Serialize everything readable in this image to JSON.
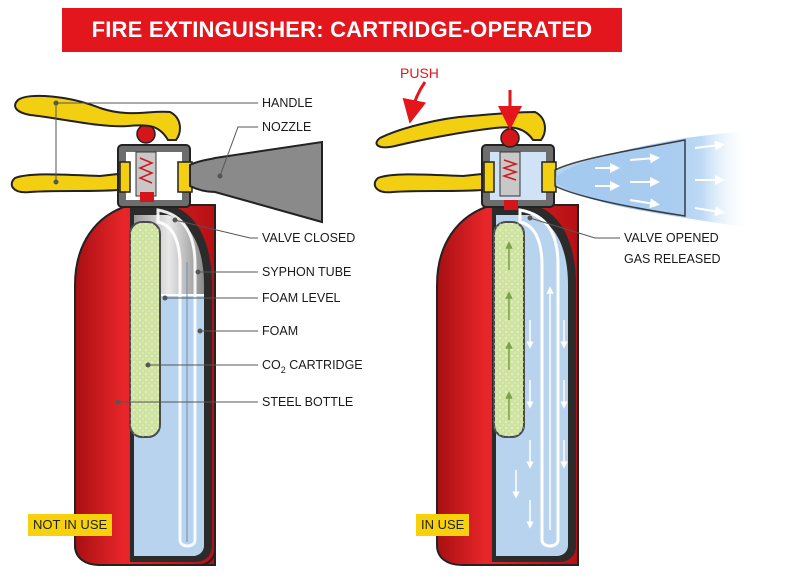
{
  "title": "FIRE EXTINGUISHER: CARTRIDGE-OPERATED",
  "labels": {
    "handle": "HANDLE",
    "nozzle": "NOZZLE",
    "valve_closed": "VALVE CLOSED",
    "syphon_tube": "SYPHON TUBE",
    "foam_level": "FOAM LEVEL",
    "foam": "FOAM",
    "co2_prefix": "CO",
    "co2_sub": "2",
    "co2_suffix": " CARTRIDGE",
    "steel_bottle": "STEEL BOTTLE",
    "valve_opened": "VALVE OPENED",
    "gas_released": "GAS RELEASED",
    "push": "PUSH"
  },
  "badges": {
    "left": "NOT IN USE",
    "right": "IN USE"
  },
  "colors": {
    "title_bg": "#e3161d",
    "bottle_red": "#d4161a",
    "foam_blue": "#b7d3ee",
    "cartridge_green": "#cfe3a0",
    "handle_yellow": "#f3cf12",
    "badge_yellow": "#f7d10c",
    "spray_blue": "#a9cdf0"
  }
}
